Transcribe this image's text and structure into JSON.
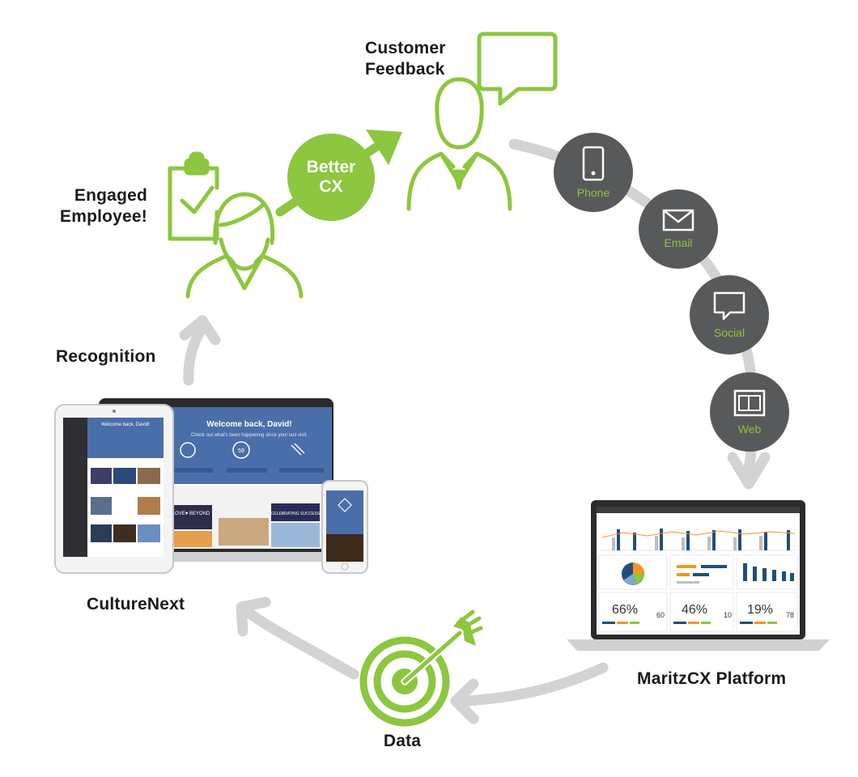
{
  "labels": {
    "customer_feedback_line1": "Customer",
    "customer_feedback_line2": "Feedback",
    "engaged_employee_line1": "Engaged",
    "engaged_employee_line2": "Employee!",
    "better_cx_line1": "Better",
    "better_cx_line2": "CX",
    "recognition": "Recognition",
    "culturenext": "CultureNext",
    "maritzcx_platform": "MaritzCX Platform",
    "data": "Data"
  },
  "channels": [
    {
      "label": "Phone",
      "icon": "phone-icon"
    },
    {
      "label": "Email",
      "icon": "email-icon"
    },
    {
      "label": "Social",
      "icon": "speech-bubble-icon"
    },
    {
      "label": "Web",
      "icon": "browser-window-icon"
    }
  ],
  "devices": {
    "laptop_welcome": "Welcome back, David!",
    "laptop_subtitle": "Check out what's been happening since your last visit.",
    "tablet_welcome": "Welcome back, David!",
    "laptop_card_value": "59",
    "laptop_banner_1": "LOVE♥ BEYOND",
    "laptop_banner_2": "CELEBRATING SUCCESS"
  },
  "dashboard": {
    "kpis": [
      {
        "value": "66%",
        "side": "60"
      },
      {
        "value": "46%",
        "side": "10"
      },
      {
        "value": "19%",
        "side": "78"
      }
    ]
  },
  "colors": {
    "green": "#8dc63f",
    "dark_gray": "#58595b",
    "arrow_gray": "#d1d3d4",
    "navy": "#1f4f7a",
    "orange": "#f7941d",
    "blue_header": "#4a6ea9"
  }
}
